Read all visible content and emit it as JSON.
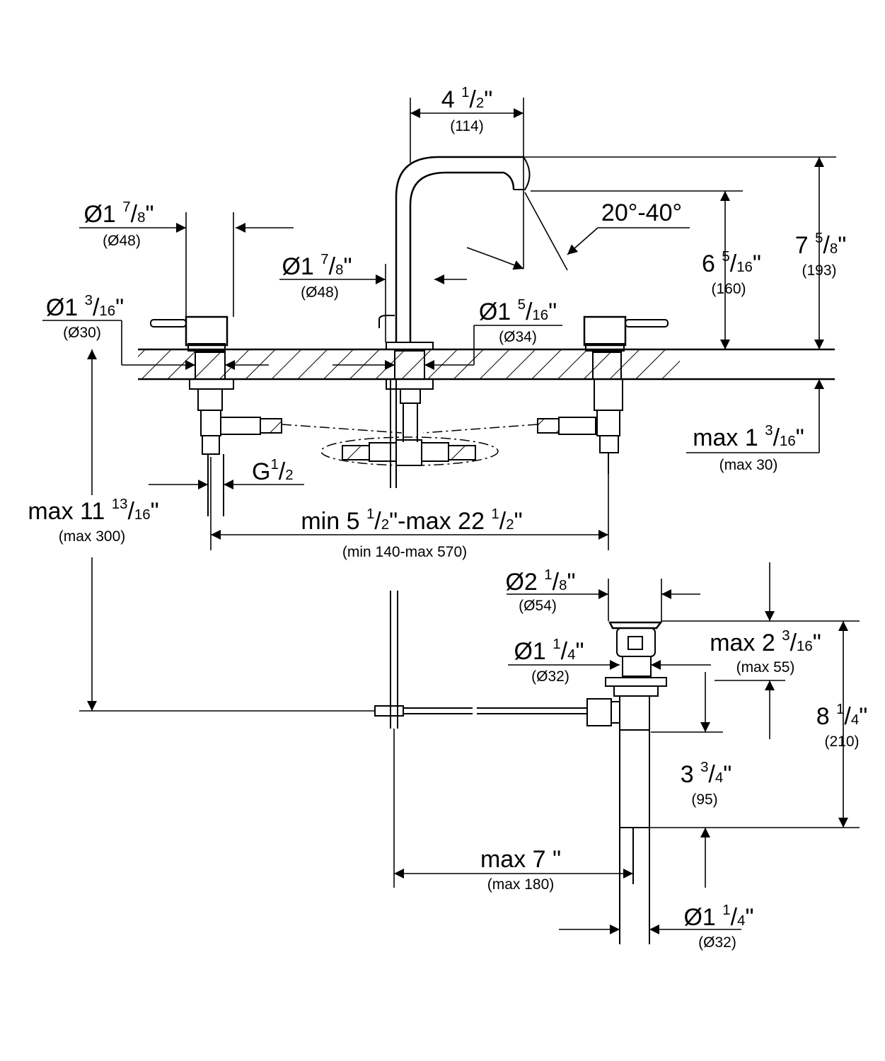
{
  "labels": {
    "spout_reach": "4 1/2\"",
    "spout_reach_mm": "(114)",
    "handle_dia": "Ø1 7/8\"",
    "handle_dia_mm": "(Ø48)",
    "spout_base_dia": "Ø1 7/8\"",
    "spout_base_dia_mm": "(Ø48)",
    "angle": "20°-40°",
    "spout_outlet_height": "6 5/16\"",
    "spout_outlet_height_mm": "(160)",
    "total_height": "7 5/8\"",
    "total_height_mm": "(193)",
    "valve_hole_dia": "Ø1 3/16\"",
    "valve_hole_dia_mm": "(Ø30)",
    "spout_hole_dia": "Ø1 5/16\"",
    "spout_hole_dia_mm": "(Ø34)",
    "deck_thickness": "max 1 3/16\"",
    "deck_thickness_mm": "(max 30)",
    "connection": "G1/2",
    "below_deck": "max 11 13/16\"",
    "below_deck_mm": "(max 300)",
    "spread": "min 5 1/2\"-max 22 1/2\"",
    "spread_mm": "(min 140-max 570)",
    "drain_flange_dia": "Ø2 1/8\"",
    "drain_flange_dia_mm": "(Ø54)",
    "drain_hole_dia": "Ø1 1/4\"",
    "drain_hole_dia_mm": "(Ø32)",
    "drain_body_max": "max 2 3/16\"",
    "drain_body_max_mm": "(max 55)",
    "drain_total": "8 1/4\"",
    "drain_total_mm": "(210)",
    "drain_tail": "3 3/4\"",
    "drain_tail_mm": "(95)",
    "rod_reach": "max 7 \"",
    "rod_reach_mm": "(max 180)",
    "tailpiece_dia": "Ø1 1/4\"",
    "tailpiece_dia_mm": "(Ø32)"
  }
}
